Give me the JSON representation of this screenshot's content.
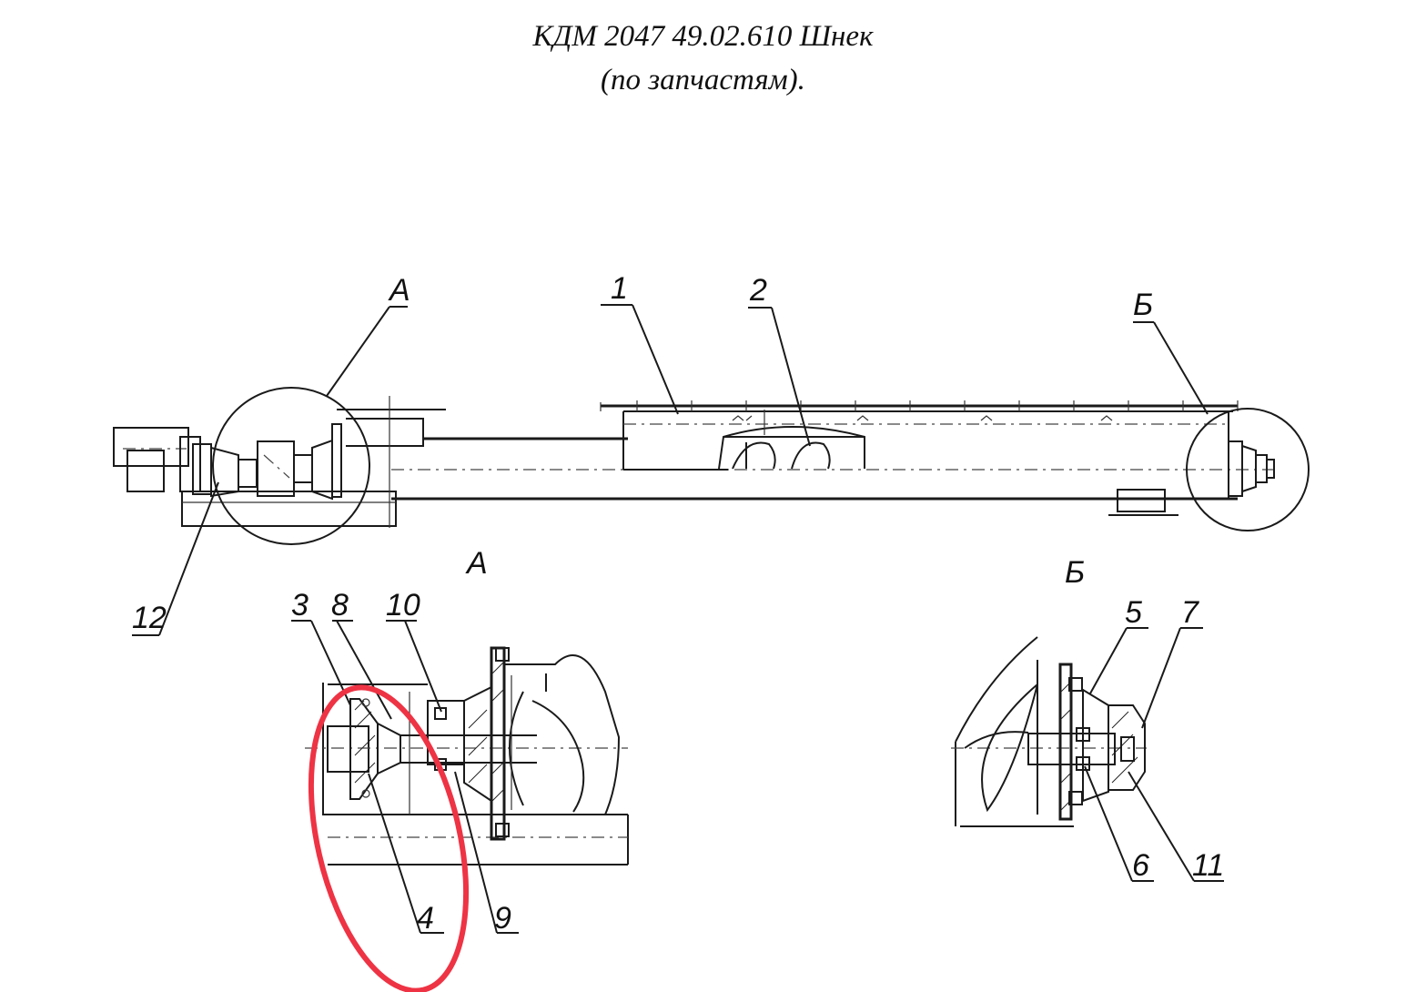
{
  "title": {
    "line1": "КДМ 2047 49.02.610 Шнек",
    "line2": "(по запчастям)."
  },
  "callouts": {
    "c1": "1",
    "c2": "2",
    "c3": "3",
    "c4": "4",
    "c5": "5",
    "c6": "6",
    "c7": "7",
    "c8": "8",
    "c9": "9",
    "c10": "10",
    "c11": "11",
    "c12": "12"
  },
  "views": {
    "a_leader": "А",
    "b_leader": "Б",
    "a_detail": "А",
    "b_detail": "Б"
  },
  "highlight": {
    "color": "#ee3344",
    "target": "4"
  }
}
